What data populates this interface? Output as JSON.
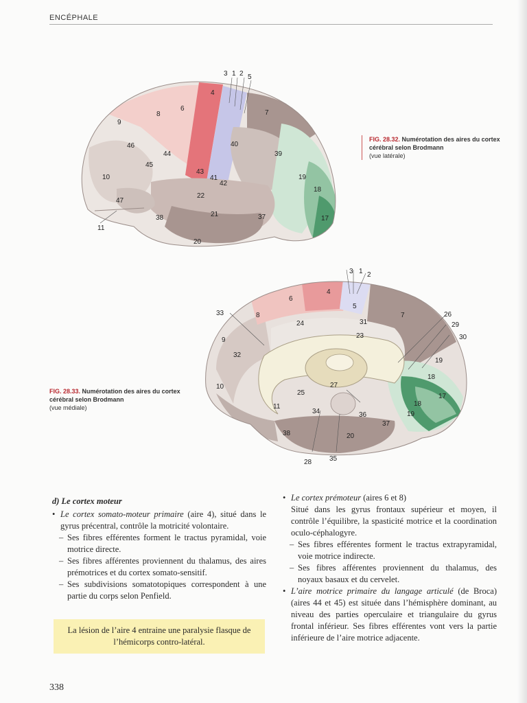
{
  "header": {
    "running_head": "ENCÉPHALE"
  },
  "figures": {
    "lateral": {
      "caption_number": "FIG. 28.32.",
      "caption_title": "Numérotation des aires du cortex cérébral selon Brodmann",
      "caption_view": "(vue latérale)",
      "labels": [
        "3",
        "1",
        "2",
        "5",
        "4",
        "6",
        "8",
        "9",
        "7",
        "46",
        "40",
        "44",
        "39",
        "45",
        "43",
        "10",
        "41",
        "42",
        "19",
        "18",
        "22",
        "47",
        "21",
        "37",
        "38",
        "17",
        "11",
        "20"
      ]
    },
    "medial": {
      "caption_number": "FIG. 28.33.",
      "caption_title": "Numérotation des aires du cortex cérébral selon Brodmann",
      "caption_view": "(vue médiale)",
      "labels": [
        "3",
        "1",
        "2",
        "4",
        "6",
        "5",
        "33",
        "8",
        "7",
        "26",
        "24",
        "31",
        "29",
        "23",
        "30",
        "9",
        "32",
        "19",
        "18",
        "27",
        "10",
        "25",
        "17",
        "11",
        "18",
        "34",
        "36",
        "19",
        "37",
        "38",
        "20",
        "28",
        "35"
      ]
    },
    "area_colors": {
      "primary_motor": "#e4747a",
      "premotor": "#f1b8b4",
      "somatosensory": "#c6c6e8",
      "visual": "#4f9a6d",
      "association": "#a89590"
    }
  },
  "text": {
    "section_title": "d) Le cortex moteur",
    "left_items": [
      {
        "lead": "Le cortex somato-moteur primaire",
        "text": " (aire 4), situé dans le gyrus précentral, contrôle la motricité volontaire."
      },
      {
        "text": "Ses fibres efférentes forment le tractus pyramidal, voie motrice directe."
      },
      {
        "text": "Ses fibres afférentes proviennent du thalamus, des aires prémotrices et du cortex somato-sensitif."
      },
      {
        "text": "Ses subdivisions somatotopiques correspondent à une partie du corps selon Penfield."
      }
    ],
    "right_items": [
      {
        "lead": "Le cortex prémoteur",
        "text": " (aires 6 et 8)"
      },
      {
        "text": "Situé dans les gyrus frontaux supérieur et moyen, il contrôle l’équilibre, la spasticité motrice et la coordination oculo-céphalogyre."
      },
      {
        "text": "Ses fibres efférentes forment le tractus extrapyramidal, voie motrice indirecte."
      },
      {
        "text": "Ses fibres afférentes proviennent du thalamus, des noyaux basaux et du cervelet."
      },
      {
        "lead": "L’aire motrice primaire du langage articulé",
        "text": " (de Broca) (aires 44 et 45) est située dans l’hémisphère dominant, au niveau des parties operculaire et triangulaire du gyrus frontal inférieur. Ses fibres efférentes vont vers la partie inférieure de l’aire motrice adjacente."
      }
    ],
    "note": "La lésion de l’aire 4 entraine une paralysie flasque de l’hémicorps contro-latéral."
  },
  "footer": {
    "page_number": "338"
  }
}
